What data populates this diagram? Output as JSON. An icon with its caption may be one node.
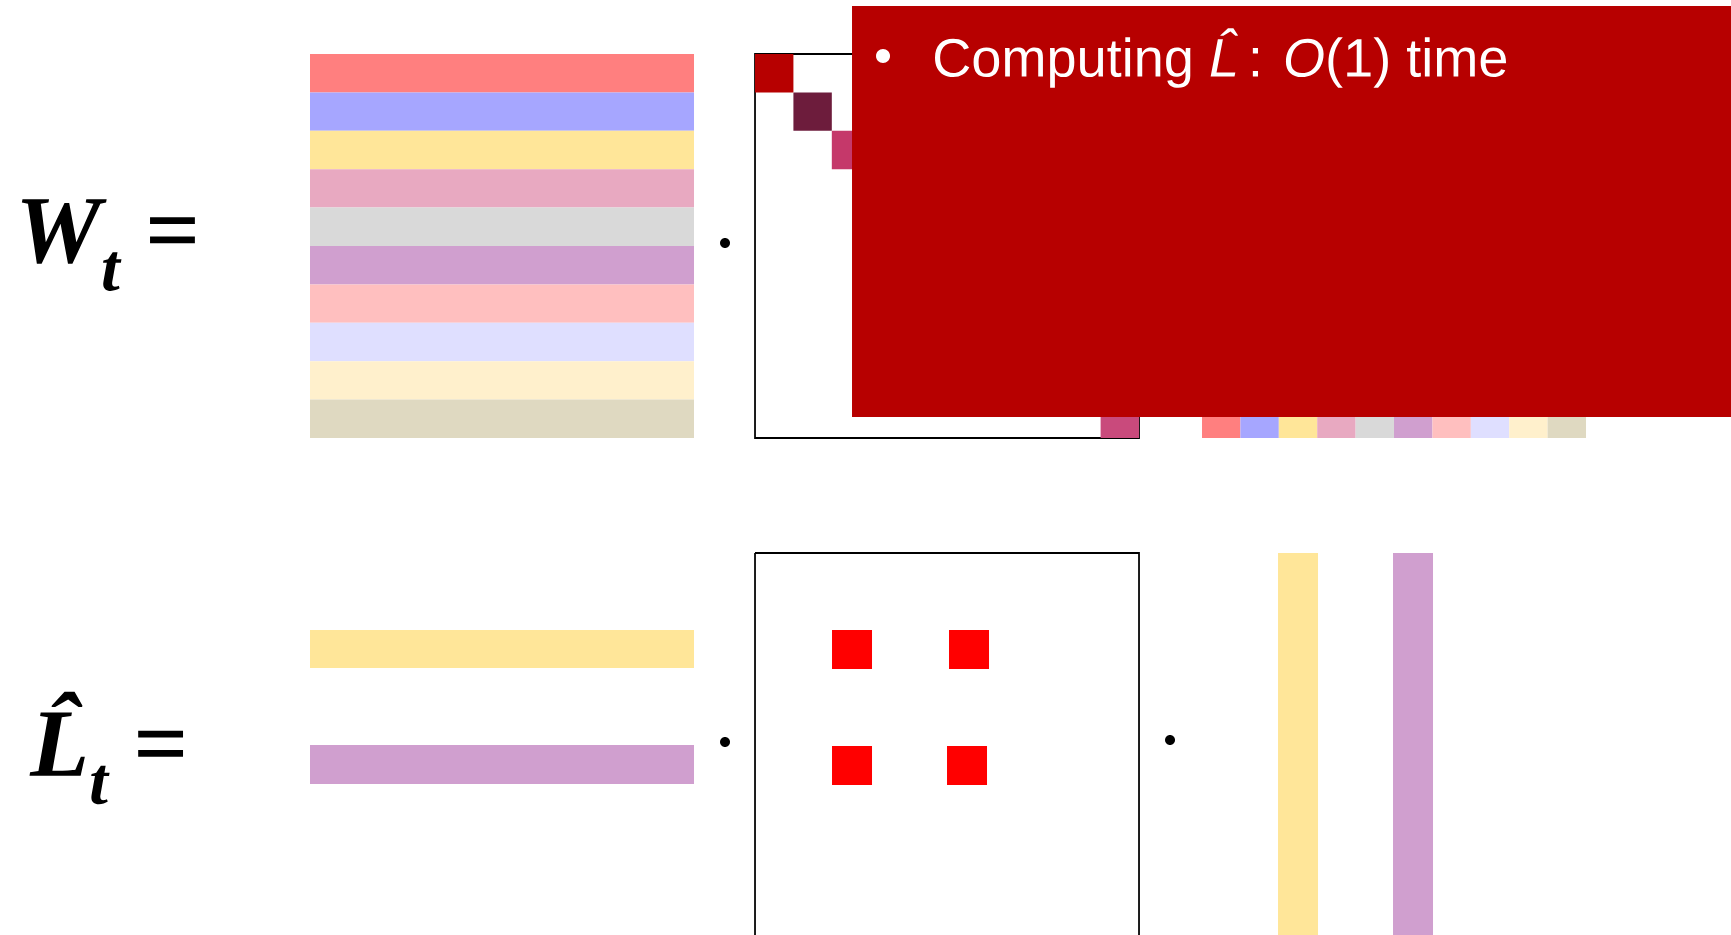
{
  "diagram": {
    "labels": [
      "Computing *L̂*: *O*(1) time",
      "W$_{t}$ =",
      "L̂$_{t}$ ="
    ]
  }
}
